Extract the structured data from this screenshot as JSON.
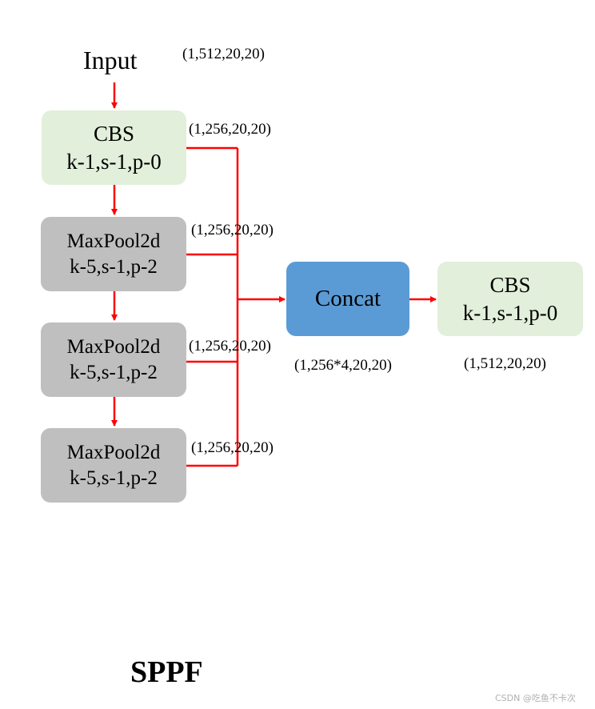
{
  "input_label": "Input",
  "input_shape": "(1,512,20,20)",
  "cbs_in": {
    "name": "CBS",
    "params": "k-1,s-1,p-0",
    "out_shape": "(1,256,20,20)"
  },
  "maxpools": [
    {
      "name": "MaxPool2d",
      "params": "k-5,s-1,p-2",
      "out_shape": "(1,256,20,20)"
    },
    {
      "name": "MaxPool2d",
      "params": "k-5,s-1,p-2",
      "out_shape": "(1,256,20,20)"
    },
    {
      "name": "MaxPool2d",
      "params": "k-5,s-1,p-2",
      "out_shape": "(1,256,20,20)"
    }
  ],
  "concat": {
    "name": "Concat",
    "out_shape": "(1,256*4,20,20)"
  },
  "cbs_out": {
    "name": "CBS",
    "params": "k-1,s-1,p-0",
    "out_shape": "(1,512,20,20)"
  },
  "caption": "SPPF",
  "watermark": "CSDN @吃鱼不卡次",
  "colors": {
    "arrow": "#ff0000",
    "cbs_fill": "#e2efda",
    "maxpool_fill": "#bfbfbf",
    "concat_fill": "#5b9bd5"
  }
}
